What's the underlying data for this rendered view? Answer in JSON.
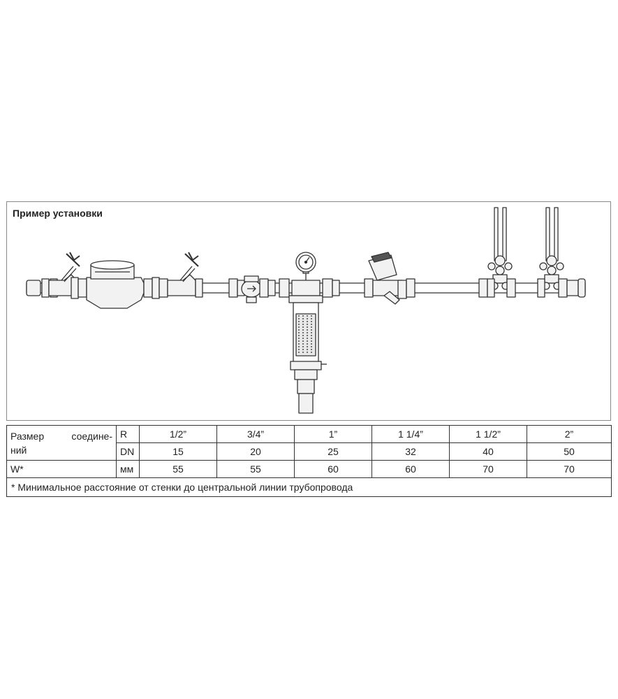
{
  "figure": {
    "title": "Пример установки"
  },
  "table": {
    "size_label_word1": "Размер",
    "size_label_word2": "соедине-",
    "size_label_word3": "ний",
    "w_label": "W*",
    "row_r_unit": "R",
    "row_dn_unit": "DN",
    "row_w_unit": "мм",
    "columns": [
      {
        "r": "1/2”",
        "dn": "15",
        "w": "55"
      },
      {
        "r": "3/4”",
        "dn": "20",
        "w": "55"
      },
      {
        "r": "1”",
        "dn": "25",
        "w": "60"
      },
      {
        "r": "1 1/4”",
        "dn": "32",
        "w": "60"
      },
      {
        "r": "1 1/2”",
        "dn": "40",
        "w": "70"
      },
      {
        "r": "2”",
        "dn": "50",
        "w": "70"
      }
    ],
    "footnote": "* Минимальное расстояние от стенки до центральной линии трубопровода"
  }
}
